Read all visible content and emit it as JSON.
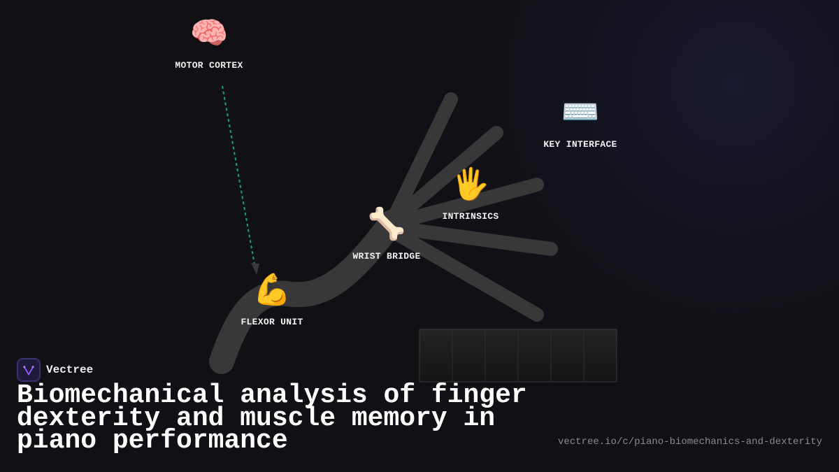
{
  "nodes": {
    "motor_cortex": {
      "emoji": "🧠",
      "icon": "brain-icon",
      "label": "MOTOR CORTEX"
    },
    "key_interface": {
      "emoji": "⌨️",
      "icon": "keyboard-icon",
      "label": "KEY INTERFACE"
    },
    "intrinsics": {
      "emoji": "🖐",
      "icon": "hand-icon",
      "label": "INTRINSICS"
    },
    "wrist_bridge": {
      "emoji": "🦴",
      "icon": "bone-icon",
      "label": "WRIST BRIDGE"
    },
    "flexor_unit": {
      "emoji": "💪",
      "icon": "flexed-biceps-icon",
      "label": "FLEXOR UNIT"
    }
  },
  "brand": {
    "name": "Vectree",
    "logo_color": "#8b5cf6"
  },
  "title": "Biomechanical analysis of finger dexterity and muscle memory in piano performance",
  "url": "vectree.io/c/piano-biomechanics-and-dexterity",
  "colors": {
    "background": "#101015",
    "branch": "#3a3a3a",
    "signal": "#1f9e7e",
    "keyboard_box": "#1c1c1c"
  }
}
